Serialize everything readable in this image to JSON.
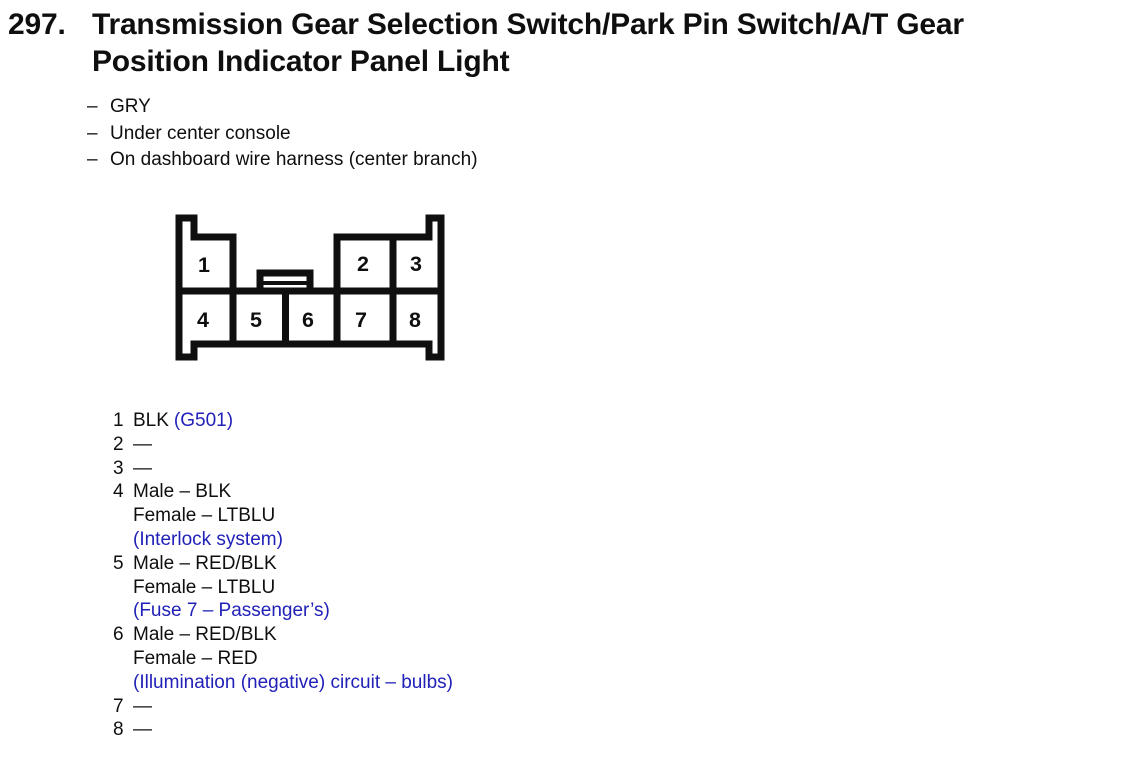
{
  "page": {
    "background": "#ffffff",
    "text_color": "#0f0f0f",
    "accent_blue": "#2121b8"
  },
  "header": {
    "item_number": "297.",
    "title_line1": "Transmission Gear Selection Switch/Park Pin Switch/A/T Gear",
    "title_line2": "Position Indicator Panel Light"
  },
  "details": {
    "items": [
      {
        "marker": "–",
        "text": "GRY"
      },
      {
        "marker": "–",
        "text": "Under center console"
      },
      {
        "marker": "–",
        "text": "On dashboard wire harness (center branch)"
      }
    ]
  },
  "connector": {
    "cells": [
      "1",
      "2",
      "3",
      "4",
      "5",
      "6",
      "7",
      "8"
    ]
  },
  "pins": {
    "p1": {
      "num": "1",
      "wire": "BLK",
      "note": "(G501)"
    },
    "p2": {
      "num": "2",
      "wire": "—"
    },
    "p3": {
      "num": "3",
      "wire": "—"
    },
    "p4": {
      "num": "4",
      "male": "Male – BLK",
      "female": "Female – LTBLU",
      "note": "(Interlock system)"
    },
    "p5": {
      "num": "5",
      "male": "Male – RED/BLK",
      "female": "Female – LTBLU",
      "note": "(Fuse 7 – Passenger’s)"
    },
    "p6": {
      "num": "6",
      "male": "Male – RED/BLK",
      "female": "Female – RED",
      "note": "(Illumination (negative) circuit – bulbs)"
    },
    "p7": {
      "num": "7",
      "wire": "—"
    },
    "p8": {
      "num": "8",
      "wire": "—"
    }
  }
}
